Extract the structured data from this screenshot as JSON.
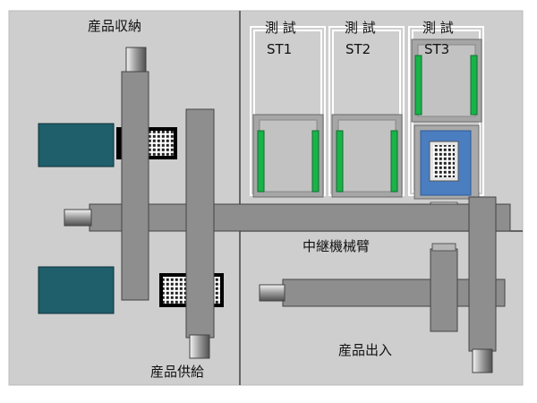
{
  "areas": {
    "storage": "産品収納",
    "supply": "産品供給",
    "io": "産品出入",
    "relay_arm": "中継機械臂"
  },
  "stations": [
    {
      "title": "測 試",
      "id": "ST1"
    },
    {
      "title": "測 試",
      "id": "ST2"
    },
    {
      "title": "測 試",
      "id": "ST3"
    }
  ],
  "colors": {
    "panel": "#cecece",
    "arm": "#8e8e8e",
    "teal": "#1f5f6b",
    "green": "#19b34a",
    "blue": "#4a7ec0"
  }
}
